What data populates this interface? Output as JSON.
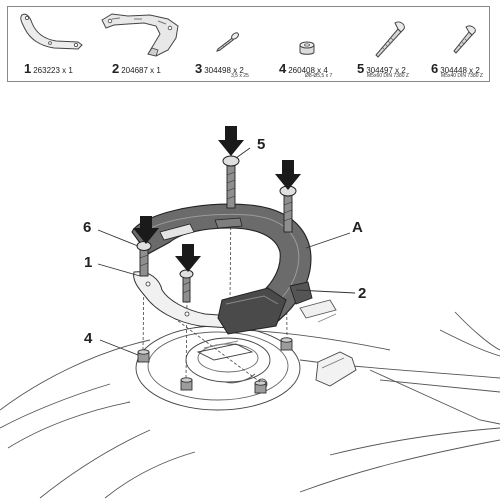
{
  "parts": [
    {
      "number": "1",
      "code": "263223 x 1",
      "dims": "",
      "icon": "bracket-plate-icon"
    },
    {
      "number": "2",
      "code": "204687 x 1",
      "dims": "",
      "icon": "tanklock-ring-icon"
    },
    {
      "number": "3",
      "code": "304498 x 2",
      "dims": "3,5 x 25",
      "icon": "screw-icon"
    },
    {
      "number": "4",
      "code": "260408 x 4",
      "dims": "Ø8-Ø5,5 x 7",
      "icon": "spacer-icon"
    },
    {
      "number": "5",
      "code": "304497 x 2",
      "dims": "M5x60 DIN 7380 Z",
      "icon": "bolt-long-icon"
    },
    {
      "number": "6",
      "code": "304448 x 2",
      "dims": "M5x40 DIN 7380 Z",
      "icon": "bolt-short-icon"
    }
  ],
  "callouts": {
    "c5": "5",
    "c6": "6",
    "cA": "A",
    "c1": "1",
    "c2": "2",
    "c4": "4"
  },
  "colors": {
    "line": "#333333",
    "ring_fill": "#6b6b6b",
    "ring_dark": "#4a4a4a",
    "arrow": "#1a1a1a",
    "panel_border": "#8a8a8a"
  }
}
